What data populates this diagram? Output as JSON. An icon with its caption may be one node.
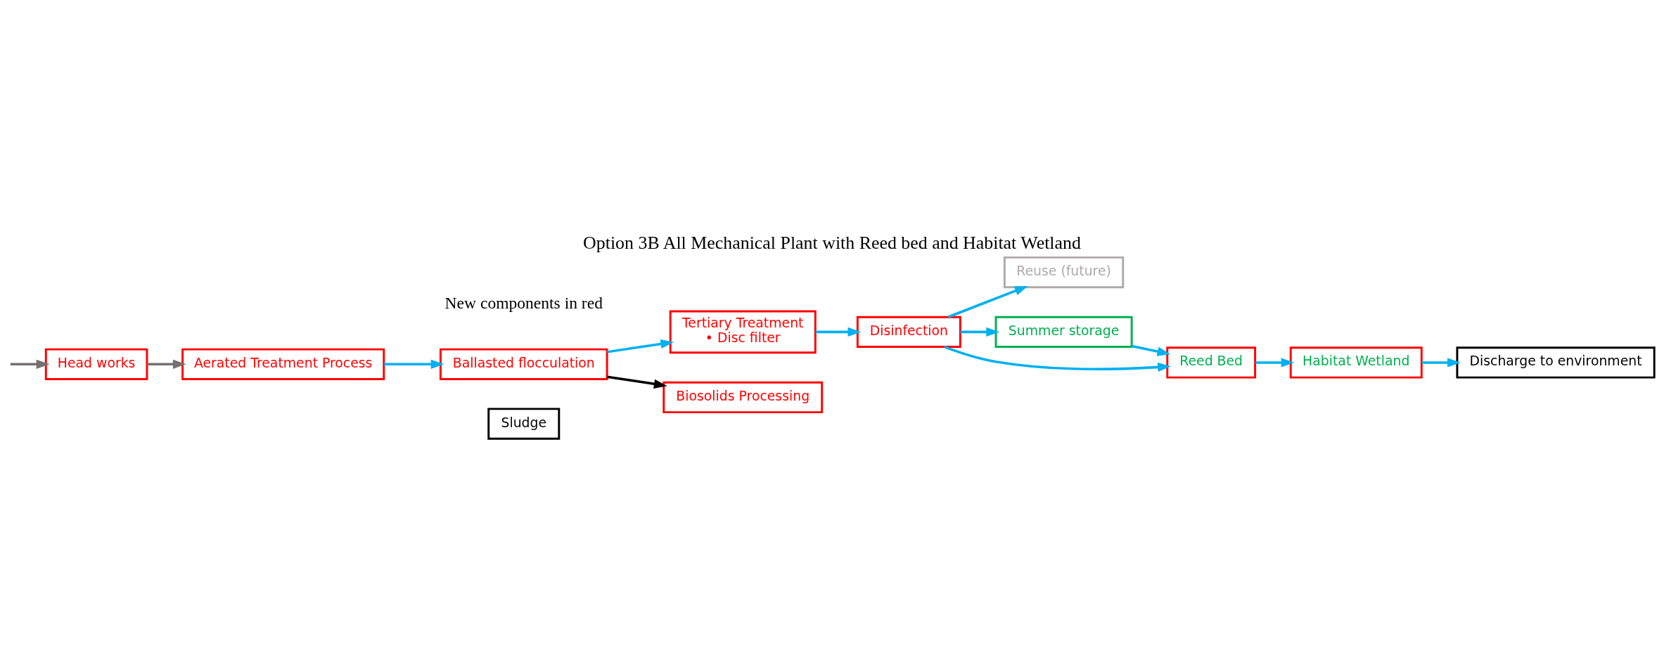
{
  "diagram": {
    "title": "Option 3B All Mechanical Plant with Reed bed and Habitat Wetland",
    "nodes": [
      {
        "text": [
          "Head works"
        ]
      },
      {
        "text": [
          "Aerated Treatment Process"
        ]
      },
      {
        "text": [
          "Ballasted flocculation"
        ]
      },
      {
        "text": [
          "Tertiary Treatment",
          "• Disc filter"
        ]
      },
      {
        "text": [
          "Disinfection"
        ]
      },
      {
        "text": [
          "Reuse (future)"
        ]
      },
      {
        "text": [
          "Summer storage"
        ]
      },
      {
        "text": [
          "Reed Bed"
        ]
      },
      {
        "text": [
          "Habitat Wetland"
        ]
      },
      {
        "text": [
          "Discharge to environment"
        ]
      },
      {
        "text": [
          "Sludge"
        ]
      },
      {
        "text": [
          "Biosolids Processing"
        ]
      }
    ],
    "edges": [
      {
        "from": null,
        "to": 0,
        "arrow": "to",
        "color": "#767171"
      },
      {
        "from": 0,
        "to": 1,
        "arrow": "to",
        "color": "#767171"
      },
      {
        "from": 1,
        "to": 2,
        "arrow": "to"
      },
      {
        "from": 2,
        "to": 3,
        "arrow": "to"
      },
      {
        "from": 3,
        "to": 4,
        "arrow": "to"
      },
      {
        "from": 4,
        "to": 6,
        "arrow": "to"
      },
      {
        "from": 4,
        "to": 7,
        "arrow": "to"
      },
      {
        "from": 4,
        "to": 5,
        "arrow": "to"
      },
      {
        "from": 6,
        "to": 7,
        "arrow": "to"
      },
      {
        "from": 7,
        "to": 8,
        "arrow": "to"
      },
      {
        "from": 8,
        "to": 9,
        "arrow": "to"
      },
      {
        "from": 2,
        "to": 11,
        "arrow": "to",
        "color": "#000000"
      }
    ],
    "labels": [
      "New components in red"
    ]
  }
}
